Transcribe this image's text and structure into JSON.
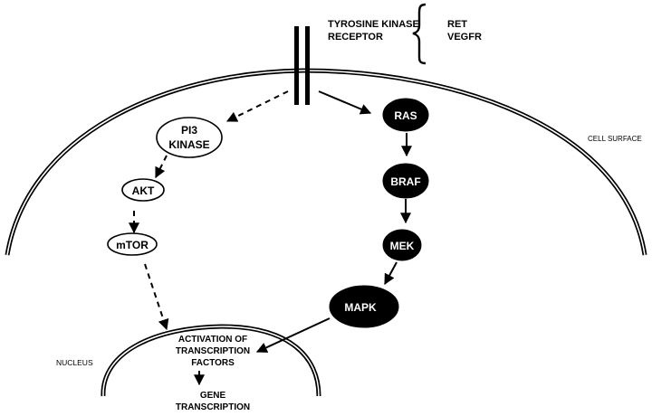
{
  "receptor": {
    "label_line1": "TYROSINE KINASE",
    "label_line2": "RECEPTOR",
    "examples": [
      "RET",
      "VEGFR"
    ]
  },
  "compartments": {
    "cell_surface": "CELL SURFACE",
    "nucleus": "NUCLEUS"
  },
  "pathways": {
    "pi3k": {
      "style": "dashed",
      "nodes": [
        {
          "id": "pi3k",
          "lines": [
            "PI3",
            "KINASE"
          ],
          "fill": "white"
        },
        {
          "id": "akt",
          "lines": [
            "AKT"
          ],
          "fill": "white"
        },
        {
          "id": "mtor",
          "lines": [
            "mTOR"
          ],
          "fill": "white"
        }
      ]
    },
    "mapk": {
      "style": "solid",
      "nodes": [
        {
          "id": "ras",
          "lines": [
            "RAS"
          ],
          "fill": "black"
        },
        {
          "id": "braf",
          "lines": [
            "BRAF"
          ],
          "fill": "black"
        },
        {
          "id": "mek",
          "lines": [
            "MEK"
          ],
          "fill": "black"
        },
        {
          "id": "mapk",
          "lines": [
            "MAPK"
          ],
          "fill": "black"
        }
      ]
    }
  },
  "nucleus_content": {
    "activation_lines": [
      "ACTIVATION OF",
      "TRANSCRIPTION",
      "FACTORS"
    ],
    "gene_lines": [
      "GENE",
      "TRANSCRIPTION"
    ]
  },
  "colors": {
    "ink": "#000000",
    "background": "#ffffff"
  }
}
